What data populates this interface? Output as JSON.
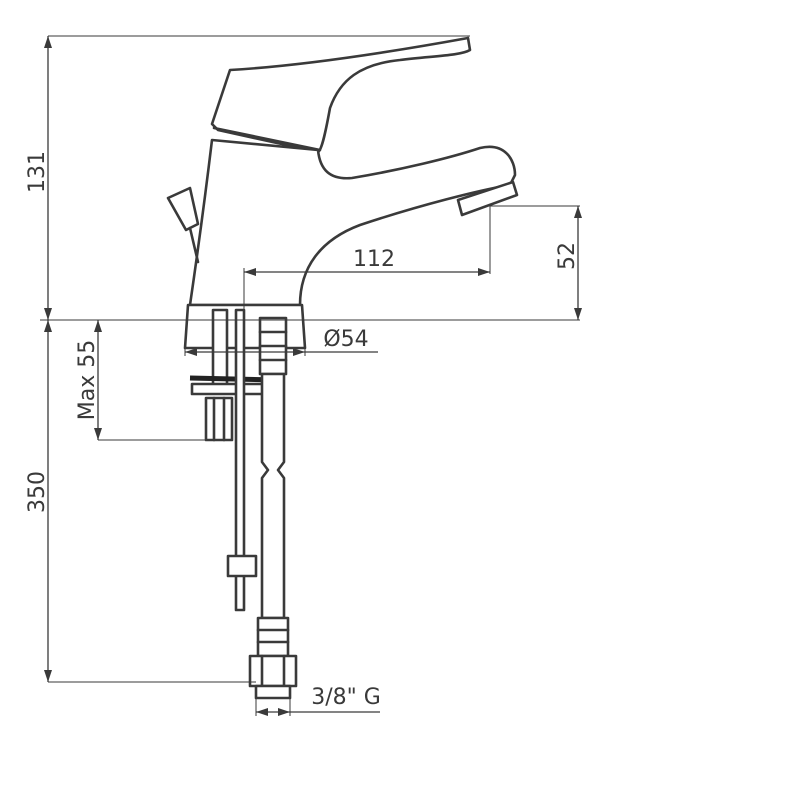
{
  "dimensions": {
    "total_height_above": "131",
    "spout_height": "52",
    "spout_reach": "112",
    "base_diameter": "Ø54",
    "max_thickness": "Max 55",
    "hose_length": "350",
    "connection": "3/8\" G"
  },
  "colors": {
    "line": "#3a3a3a",
    "background": "#ffffff"
  }
}
